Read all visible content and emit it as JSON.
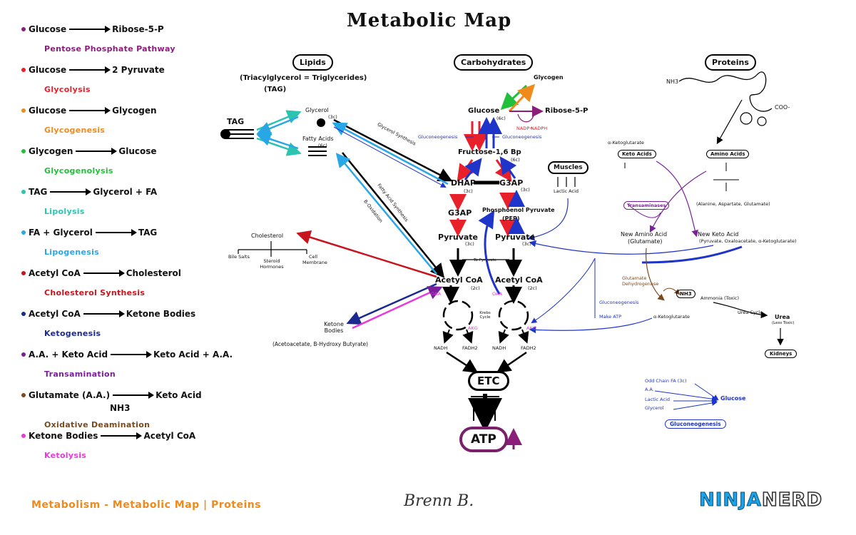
{
  "title": "Metabolic Map",
  "legend": [
    {
      "color": "#8b1e7a",
      "left": "Glucose",
      "right": "Ribose-5-P",
      "name": "Pentose Phosphate Pathway",
      "nameColor": "#8b1e7a"
    },
    {
      "color": "#e8202a",
      "left": "Glucose",
      "right": "2 Pyruvate",
      "name": "Glycolysis",
      "nameColor": "#e8202a"
    },
    {
      "color": "#f08a1c",
      "left": "Glucose",
      "right": "Glycogen",
      "name": "Glycogenesis",
      "nameColor": "#f08a1c"
    },
    {
      "color": "#22c03a",
      "left": "Glycogen",
      "right": "Glucose",
      "name": "Glycogenolysis",
      "nameColor": "#22c03a"
    },
    {
      "color": "#2bc4b0",
      "left": "TAG",
      "right": "Glycerol + FA",
      "name": "Lipolysis",
      "nameColor": "#2bc4b0"
    },
    {
      "color": "#29a6e6",
      "left": "FA + Glycerol",
      "right": "TAG",
      "name": "Lipogenesis",
      "nameColor": "#29a6e6"
    },
    {
      "color": "#c8141c",
      "left": "Acetyl CoA",
      "right": "Cholesterol",
      "name": "Cholesterol Synthesis",
      "nameColor": "#c8141c"
    },
    {
      "color": "#1b2a8f",
      "left": "Acetyl CoA",
      "right": "Ketone Bodies",
      "name": "Ketogenesis",
      "nameColor": "#1b2a8f"
    },
    {
      "color": "#7a1f9a",
      "left": "A.A. + Keto Acid",
      "right": "Keto Acid + A.A.",
      "name": "Transamination",
      "nameColor": "#7a1f9a"
    },
    {
      "color": "#7a4a1e",
      "left": "Glutamate (A.A.)",
      "right": "Keto Acid",
      "name": "Oxidative Deamination",
      "nameColor": "#7a4a1e",
      "sub": "NH3"
    },
    {
      "color": "#e83ad8",
      "left": "Ketone Bodies",
      "right": "Acetyl CoA",
      "name": "Ketolysis",
      "nameColor": "#e83ad8"
    }
  ],
  "headers": {
    "lipids": "Lipids",
    "carbs": "Carbohydrates",
    "proteins": "Proteins"
  },
  "lipids": {
    "tag_note": "(Triacylglycerol = Triglycerides)",
    "tag_abbr": "(TAG)",
    "tag": "TAG",
    "glycerol": "Glycerol",
    "glycerol_c": "(3c)",
    "fatty_acids": "Fatty Acids",
    "fatty_acids_c": "(6c)",
    "glycerol_synthesis": "Glycerol Synthesis",
    "fatty_acid_synthesis": "Fatty Acid Synthesis",
    "b_oxidation": "B-Oxidation",
    "cholesterol": "Cholesterol",
    "bile_salts": "Bile Salts",
    "steroid_hormones": "Steroid Hormones",
    "cell_membrane": "Cell Membrane",
    "ketone_bodies": "Ketone Bodies",
    "ketone_note": "(Acetoacetate, B-Hydroxy Butyrate)"
  },
  "carbs": {
    "glycogen": "Glycogen",
    "glucose": "Glucose",
    "glucose_c": "(6c)",
    "ribose": "Ribose-5-P",
    "nadp": "NADP+",
    "nadph": "NADPH",
    "gng_left": "Gluconeogenesis",
    "gng_right": "Gluconeogenesis",
    "f16bp": "Fructose-1,6 Bp",
    "f16bp_c": "(6c)",
    "dhap": "DHAP",
    "dhap_c": "(3c)",
    "g3p_top": "G3AP",
    "g3p_top_c": "(3c)",
    "g3p": "G3AP",
    "pep": "Phosphoenol Pyruvate",
    "pep_abbr": "(PEP)",
    "pyruvate1": "Pyruvate",
    "pyruvate1_c": "(3c)",
    "pyruvate2": "Pyruvate",
    "pyruvate2_c": "(3c)",
    "to_pyruvate": "To Pyruvate",
    "acetyl1": "Acetyl CoA",
    "acetyl1_c": "(2c)",
    "acetyl2": "Acetyl CoA",
    "acetyl2_c": "(2c)",
    "oaa1": "OAA",
    "oaa2": "OAA",
    "krebs": "Krebs Cycle",
    "akg1": "AKG",
    "akg2": "AKG",
    "nadh1": "NADH",
    "fadh1": "FADH2",
    "nadh2": "NADH",
    "fadh2": "FADH2",
    "etc": "ETC",
    "atp": "ATP"
  },
  "muscles": {
    "label": "Muscles",
    "lactic": "Lactic Acid"
  },
  "proteins": {
    "nh3": "NH3",
    "coo": "COO-",
    "akg_top": "α-Ketoglutarate",
    "keto_acids": "Keto Acids",
    "amino_acids": "Amino Acids",
    "aa_examples": "(Alanine, Aspartate, Glutamate)",
    "transaminases": "Transaminases",
    "new_aa": "New Amino Acid",
    "new_aa_ex": "(Glutamate)",
    "new_ka": "New Keto Acid",
    "new_ka_ex": "(Pyruvate, Oxaloacetate, α-Ketoglutarate)",
    "glutamate_dh": "Glutamate Dehydrogenase",
    "nh3_toxic": "NH3",
    "ammonia": "Ammonia (Toxic)",
    "akg_bottom": "α-Ketoglutarate",
    "gluconeogenesis": "Gluconeogenesis",
    "make_atp": "Make ATP",
    "urea_cycle": "Urea Cycle",
    "urea": "Urea",
    "urea_note": "(Less Toxic)",
    "kidneys": "Kidneys"
  },
  "gng_box": {
    "items": [
      "Odd Chain FA (3c)",
      "A.A.",
      "Lactic Acid",
      "Glycerol"
    ],
    "glucose": "Glucose",
    "label": "Gluconeogenesis",
    "color": "#1f34c9"
  },
  "footer": "Metabolism - Metabolic Map | Proteins",
  "signature": "Brenn B.",
  "logo": {
    "part1": "NINJA",
    "part2": "NERD"
  }
}
